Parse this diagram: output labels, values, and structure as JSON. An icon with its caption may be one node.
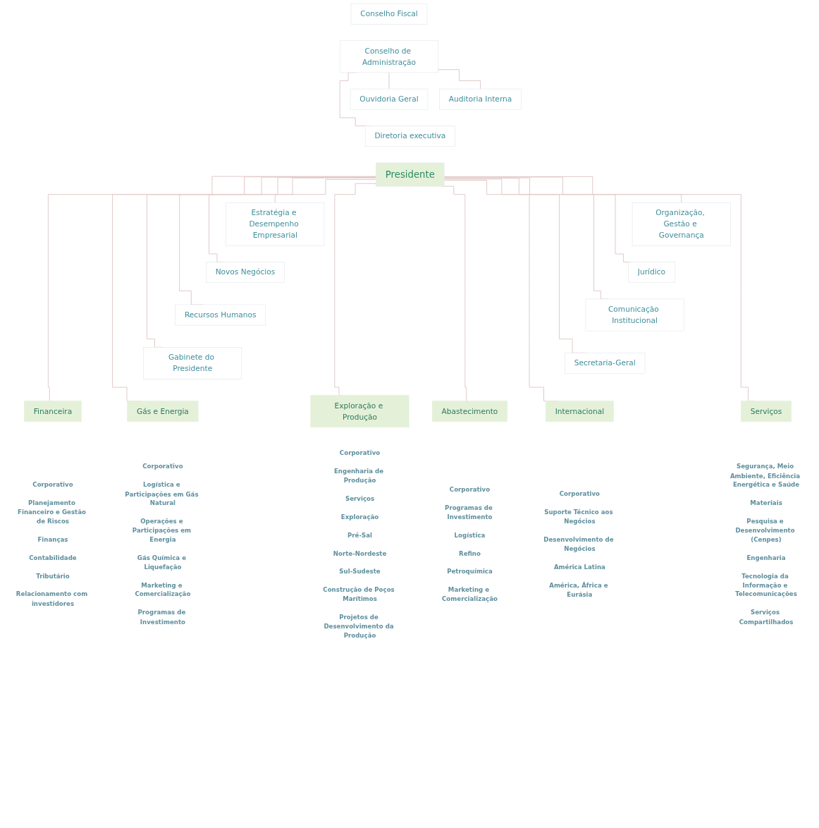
{
  "diagram": {
    "nodes": [
      {
        "text": [
          "Conselho Fiscal"
        ]
      },
      {
        "text": [
          "Conselho de Administração"
        ]
      },
      {
        "text": [
          "Ouvidoria Geral"
        ]
      },
      {
        "text": [
          "Auditoria Interna"
        ]
      },
      {
        "text": [
          "Diretoria executiva"
        ]
      },
      {
        "text": [
          "Presidente"
        ]
      },
      {
        "text": [
          "Estratégia e Desempenho Empresarial"
        ]
      },
      {
        "text": [
          "Novos Negócios"
        ]
      },
      {
        "text": [
          "Recursos Humanos"
        ]
      },
      {
        "text": [
          "Organização, Gestão e Governança"
        ]
      },
      {
        "text": [
          "Jurídico"
        ]
      },
      {
        "text": [
          "Comunicação Institucional"
        ]
      },
      {
        "text": [
          "Gabinete do Presidente"
        ]
      },
      {
        "text": [
          "Secretaria-Geral"
        ]
      },
      {
        "text": [
          "Financeira"
        ],
        "beside": [
          "Corporativo",
          "Planejamento Financeiro e Gestão de Riscos",
          "Finanças",
          "Contabilidade",
          "Tributário",
          "Relacionamento com investidores"
        ]
      },
      {
        "text": [
          "Gás e Energia"
        ],
        "beside": [
          "Corporativo",
          "Logística e Participações em Gás Natural",
          "Operações e Participações em Energia",
          "Gás Química e Liquefação",
          "Marketing e Comercialização",
          "Programas de Investimento"
        ]
      },
      {
        "text": [
          "Exploração e Produção"
        ],
        "beside": [
          "Corporativo",
          "Engenharia de Produção",
          "Serviços",
          "Exploração",
          "Pré-Sal",
          "Norte-Nordeste",
          "Sul-Sudeste",
          "Construção de Poços Marítimos",
          "Projetos de Desenvolvimento da Produção"
        ]
      },
      {
        "text": [
          "Abastecimento"
        ],
        "beside": [
          "Corporativo",
          "Programas de Investimento",
          "Logística",
          "Refino",
          "Petroquímica",
          "Marketing e Comercialização"
        ]
      },
      {
        "text": [
          "Internacional"
        ],
        "beside": [
          "Corporativo",
          "Suporte Técnico aos Negócios",
          "Desenvolvimento de Negócios",
          "América Latina",
          "América, África e Eurásia"
        ]
      },
      {
        "text": [
          "Serviços"
        ],
        "beside": [
          "Segurança, Meio Ambiente, Eficiência Energética e Saúde",
          "Materiais",
          "Pesquisa e Desenvolvimento (Cenpes)",
          "Engenharia",
          "Tecnologia da Informação e Telecomunicações",
          "Serviços Compartilhados"
        ]
      }
    ],
    "edges": [
      {
        "from": 1,
        "to": 2,
        "arrow": "none"
      },
      {
        "from": 1,
        "to": 3,
        "arrow": "none"
      },
      {
        "from": 1,
        "to": 4,
        "arrow": "none"
      },
      {
        "from": 5,
        "to": 6,
        "arrow": "none"
      },
      {
        "from": 5,
        "to": 7,
        "arrow": "none"
      },
      {
        "from": 5,
        "to": 8,
        "arrow": "none"
      },
      {
        "from": 5,
        "to": 9,
        "arrow": "none"
      },
      {
        "from": 5,
        "to": 10,
        "arrow": "none"
      },
      {
        "from": 5,
        "to": 11,
        "arrow": "none"
      },
      {
        "from": 5,
        "to": 12,
        "arrow": "none"
      },
      {
        "from": 5,
        "to": 13,
        "arrow": "none"
      },
      {
        "from": 5,
        "to": 14,
        "arrow": "none"
      },
      {
        "from": 5,
        "to": 15,
        "arrow": "none"
      },
      {
        "from": 5,
        "to": 16,
        "arrow": "none"
      },
      {
        "from": 5,
        "to": 17,
        "arrow": "none"
      },
      {
        "from": 5,
        "to": 18,
        "arrow": "none"
      },
      {
        "from": 5,
        "to": 19,
        "arrow": "none"
      }
    ]
  }
}
